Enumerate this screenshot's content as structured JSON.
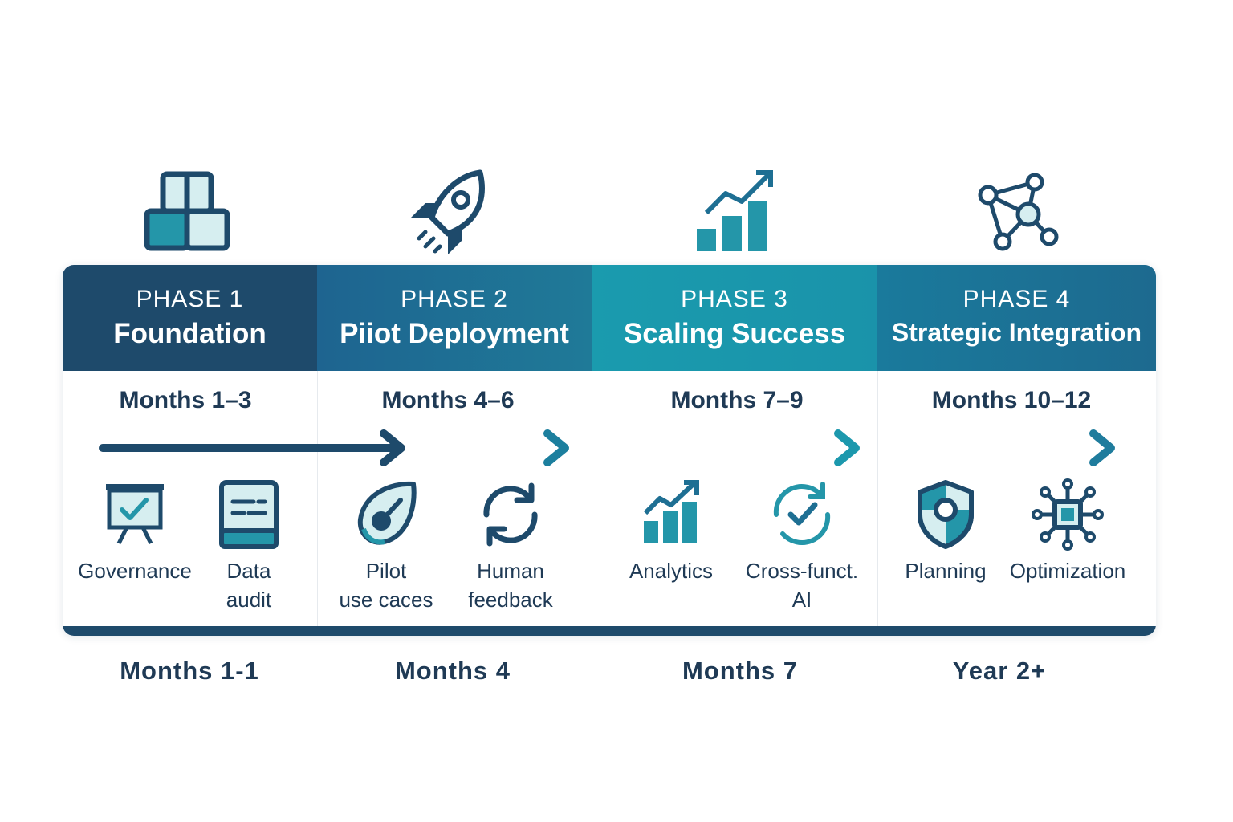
{
  "phases": [
    {
      "label": "PHASE 1",
      "title": "Foundation",
      "months": "Months 1–3",
      "color": "#1e4a6b",
      "top_icon": "blocks-icon",
      "items": [
        {
          "label": "Governance",
          "icon": "presentation-check-icon"
        },
        {
          "label": "Data\naudit",
          "icon": "document-icon"
        }
      ],
      "bottom": "Months 1-1"
    },
    {
      "label": "PHASE 2",
      "title": "Piiot Deployment",
      "months": "Months 4–6",
      "color": "#1f6f93",
      "top_icon": "rocket-icon",
      "items": [
        {
          "label": "Pilot\nuse caces",
          "icon": "gauge-icon"
        },
        {
          "label": "Human\nfeedback",
          "icon": "refresh-icon"
        }
      ],
      "bottom": "Months 4"
    },
    {
      "label": "PHASE 3",
      "title": "Scaling Success",
      "months": "Months 7–9",
      "color": "#1b98ad",
      "top_icon": "growth-chart-icon",
      "items": [
        {
          "label": "Analytics",
          "icon": "bar-chart-icon"
        },
        {
          "label": "Cross-funct.\nAI",
          "icon": "check-cycle-icon"
        }
      ],
      "bottom": "Months 7"
    },
    {
      "label": "PHASE 4",
      "title": "Strategic Integration",
      "months": "Months 10–12",
      "color": "#1c6f93",
      "top_icon": "network-icon",
      "items": [
        {
          "label": "Planning",
          "icon": "shield-icon"
        },
        {
          "label": "Optimization",
          "icon": "chip-icon"
        }
      ],
      "bottom": "Year 2+"
    }
  ]
}
